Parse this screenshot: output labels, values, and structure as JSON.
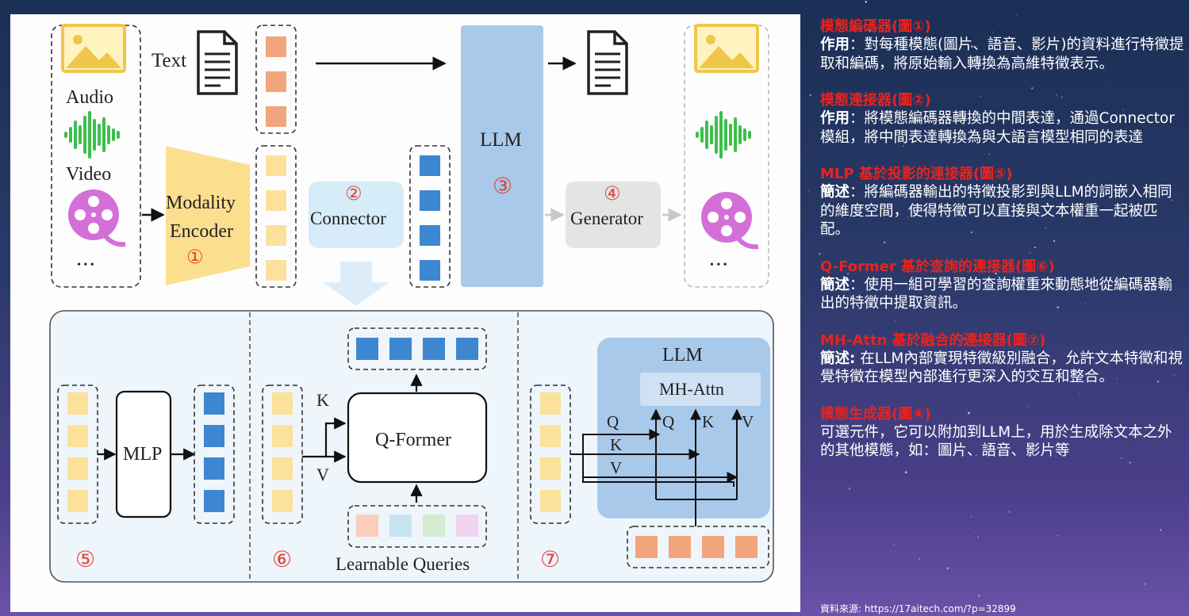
{
  "diagram": {
    "text_label": "Text",
    "audio_label": "Audio",
    "video_label": "Video",
    "ellipsis": "• • •",
    "modality_encoder": [
      "Modality",
      "Encoder"
    ],
    "connector_label": "Connector",
    "llm_label": "LLM",
    "generator_label": "Generator",
    "mlp_label": "MLP",
    "qformer_label": "Q-Former",
    "learnable_queries": "Learnable Queries",
    "k_label": "K",
    "v_label": "V",
    "q_label": "Q",
    "llm_inner_label": "LLM",
    "mh_attn_label": "MH-Attn",
    "num1": "①",
    "num2": "②",
    "num3": "③",
    "num4": "④",
    "num5": "⑤",
    "num6": "⑥",
    "num7": "⑦",
    "colors": {
      "yellow_token": "#fbe19a",
      "blue_token": "#3d87d0",
      "orange_token": "#f2a57c",
      "llm_fill": "#a9c9ea",
      "connector_fill": "#d6ecf8",
      "generator_fill": "#e4e4e4",
      "encoder_fill": "#fbdf8e",
      "accent_red": "#e0463e"
    }
  },
  "panel": {
    "sections": [
      {
        "title": "模態編碼器(圖①)",
        "prefix": "作用",
        "sep": "：",
        "body": "對每種模態(圖片、語音、影片)的資料進行特徵提取和編碼，將原始輸入轉換為高維特徵表示。"
      },
      {
        "title": "模態連接器(圖②)",
        "prefix": "作用",
        "sep": "：",
        "body": "將模態編碼器轉換的中間表達，通過Connector模組，將中間表達轉換為與大語言模型相同的表達"
      },
      {
        "title": "MLP 基於投影的連接器(圖⑤)",
        "prefix": "簡述",
        "sep": "：",
        "body": "將編碼器輸出的特徵投影到與LLM的詞嵌入相同的維度空間，使得特徵可以直接與文本權重一起被匹配。"
      },
      {
        "title": "Q-Former 基於查詢的連接器(圖⑥)",
        "prefix": "簡述",
        "sep": "：",
        "body": "使用一組可學習的查詢權重來動態地從編碼器輸出的特徵中提取資訊。"
      },
      {
        "title": "MH-Attn 基於融合的連接器(圖⑦)",
        "prefix": "簡述:",
        "sep": " ",
        "body": "在LLM內部實現特徵級別融合，允許文本特徵和視覺特徵在模型內部進行更深入的交互和整合。"
      },
      {
        "title": "模態生成器(圖④)",
        "prefix": "",
        "sep": "",
        "body": "可選元件，它可以附加到LLM上，用於生成除文本之外的其他模態，如：圖片、語音、影片等"
      }
    ],
    "source": "資料來源: https://17aitech.com/?p=32899"
  }
}
